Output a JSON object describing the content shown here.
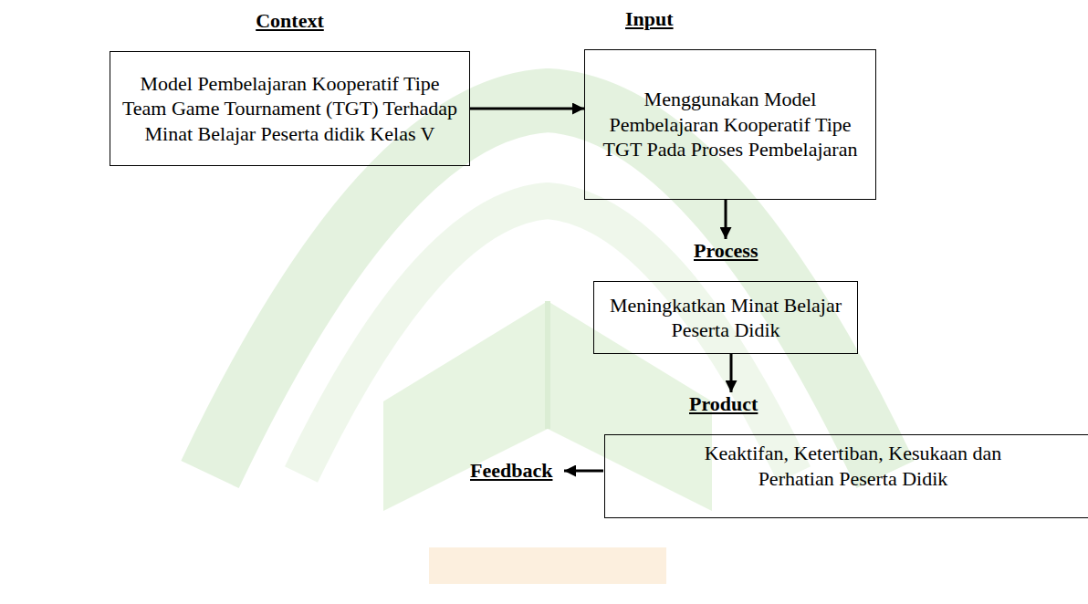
{
  "diagram": {
    "nodes": [
      {
        "text": [
          "Context",
          "Model Pembelajaran Kooperatif Tipe Team Game Tournament (TGT) Terhadap Minat Belajar Peserta didik Kelas V"
        ]
      },
      {
        "text": [
          "Input",
          "Menggunakan Model Pembelajaran Kooperatif Tipe TGT Pada Proses Pembelajaran"
        ]
      },
      {
        "text": [
          "Process",
          "Meningkatkan Minat Belajar Peserta Didik"
        ]
      },
      {
        "text": [
          "Product",
          "Keaktifan, Ketertiban, Kesukaan dan Perhatian Peserta Didik"
        ]
      }
    ],
    "edges": [
      {
        "from": 0,
        "to": 1,
        "arrow": "to"
      },
      {
        "from": 1,
        "to": 2,
        "arrow": "to"
      },
      {
        "from": 2,
        "to": 3,
        "arrow": "to"
      }
    ],
    "labels": [
      "Feedback"
    ]
  }
}
